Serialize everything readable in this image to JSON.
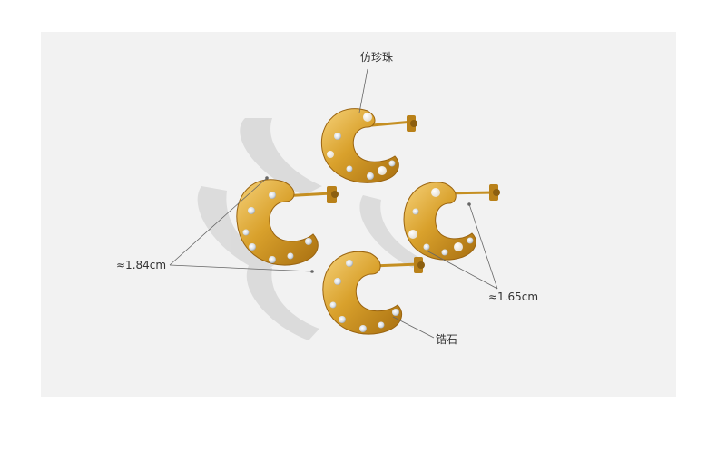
{
  "annotations": {
    "pearl_label": "仿珍珠",
    "zircon_label": "锆石",
    "size_left": "≈1.84cm",
    "size_right": "≈1.65cm"
  },
  "colors": {
    "background": "#f2f2f2",
    "gold": "#d9a12c",
    "gold_dark": "#a86f10",
    "gold_light": "#f6d27a",
    "shadow": "#cfcfcf",
    "leader_line": "#666666"
  }
}
